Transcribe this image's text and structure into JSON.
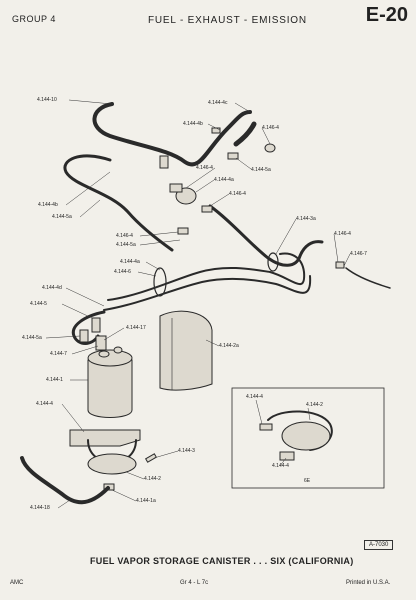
{
  "header": {
    "group": "GROUP 4",
    "section": "FUEL - EXHAUST - EMISSION",
    "page_code": "E-20"
  },
  "figure": {
    "caption": "FUEL VAPOR STORAGE CANISTER . . . SIX (CALIFORNIA)",
    "code": "A-7030",
    "inset_label": "6E",
    "part_labels": [
      "4.144-10",
      "4.144-4c",
      "4.144-4b",
      "4.146-4",
      "4.144-5a",
      "4.146-4",
      "4.144-4a",
      "4.146-4",
      "4.144-4b",
      "4.144-5a",
      "4.144-3a",
      "4.146-4",
      "4.146-7",
      "4.146-4",
      "4.144-5a",
      "4.144-4a",
      "4.144-6",
      "4.144-4d",
      "4.144-5",
      "4.144-5a",
      "4.144-17",
      "4.144-7",
      "4.144-2a",
      "4.144-1",
      "4.144-4",
      "4.144-3",
      "4.144-2",
      "4.144-1a",
      "4.144-18",
      "4.144-4",
      "4.144-2",
      "4.144-4"
    ]
  },
  "footer": {
    "left": "AMC",
    "center": "Gr 4 - L 7c",
    "right": "Printed in U.S.A."
  }
}
